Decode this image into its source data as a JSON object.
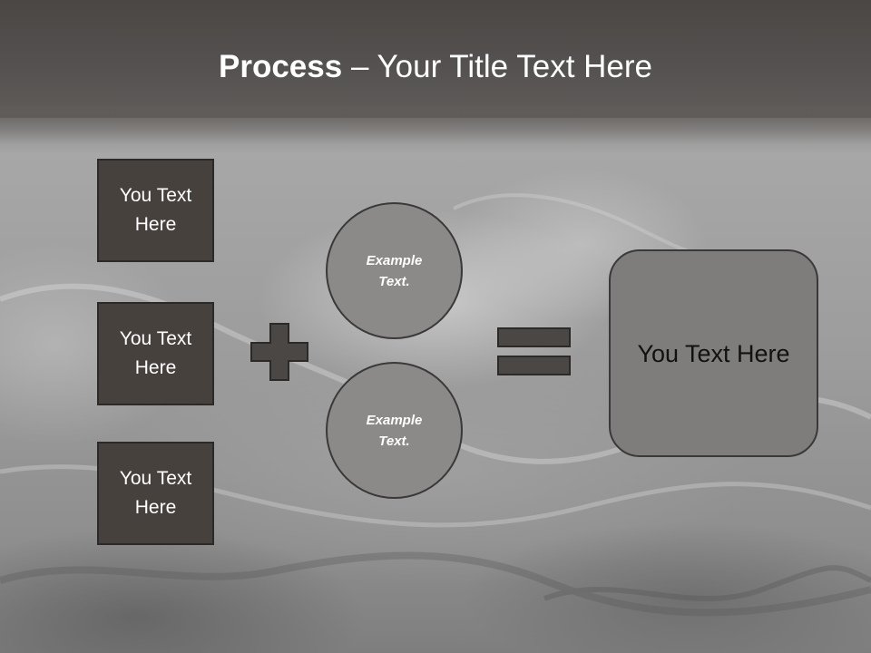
{
  "title": {
    "bold": "Process",
    "rest": " – Your Title Text Here"
  },
  "inputs": [
    {
      "label": "You Text Here"
    },
    {
      "label": "You Text Here"
    },
    {
      "label": "You Text Here"
    }
  ],
  "circles": [
    {
      "label": "Example Text."
    },
    {
      "label": "Example Text."
    }
  ],
  "operators": {
    "plus_icon": "plus-icon",
    "equals_icon": "equals-icon"
  },
  "result": {
    "label": "You Text Here"
  },
  "colors": {
    "header": "#4f4c4a",
    "box_fill": "#47413e",
    "circle_fill": "#8c8a88",
    "result_fill": "#7f7d7b",
    "operator_fill": "#4b4745",
    "border": "#2c2a29"
  }
}
